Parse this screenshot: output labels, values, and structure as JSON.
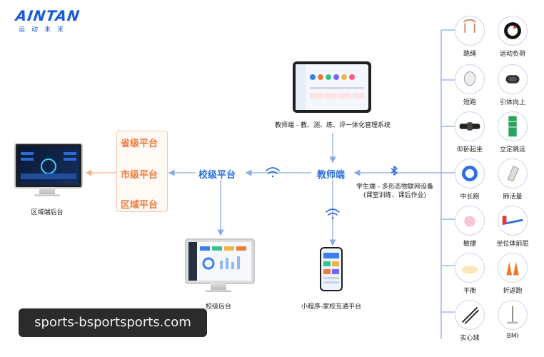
{
  "logo": {
    "mark": "AINTAN",
    "tagline": "运动未来"
  },
  "nodes": {
    "province": "省级平台",
    "city": "市级平台",
    "district": "区域平台",
    "school": "校级平台",
    "teacher": "教师端"
  },
  "captions": {
    "district_backend": "区域端后台",
    "teacher_system": "教师端 - 教、测、练、评一体化管理系统",
    "school_backend": "校级后台",
    "mini_program": "小程序-家校互通平台",
    "student_line1": "学生端 - 多形态物联网设备",
    "student_line2": "(课堂训练、课后作业)"
  },
  "devices": [
    {
      "label": "跳绳",
      "icon": "jump-rope-icon"
    },
    {
      "label": "运动负荷",
      "icon": "heart-band-icon"
    },
    {
      "label": "短跑",
      "icon": "earpod-icon"
    },
    {
      "label": "引体向上",
      "icon": "sensor-icon"
    },
    {
      "label": "仰卧起坐",
      "icon": "belt-icon"
    },
    {
      "label": "立定跳远",
      "icon": "mat-icon"
    },
    {
      "label": "中长跑",
      "icon": "wristband-icon"
    },
    {
      "label": "肺活量",
      "icon": "spirometer-icon"
    },
    {
      "label": "敏捷",
      "icon": "agility-icon"
    },
    {
      "label": "坐位体前屈",
      "icon": "sit-reach-icon"
    },
    {
      "label": "平衡",
      "icon": "balance-icon"
    },
    {
      "label": "折返跑",
      "icon": "cone-icon"
    },
    {
      "label": "实心球",
      "icon": "ball-icon"
    },
    {
      "label": "BMI",
      "icon": "scale-icon"
    }
  ],
  "watermark": "sports-bsportsports.com",
  "colors": {
    "blue": "#2d6fe0",
    "orange": "#ef7a3c",
    "line_blue": "#8aa9e6",
    "line_orange": "#f4b08a"
  }
}
